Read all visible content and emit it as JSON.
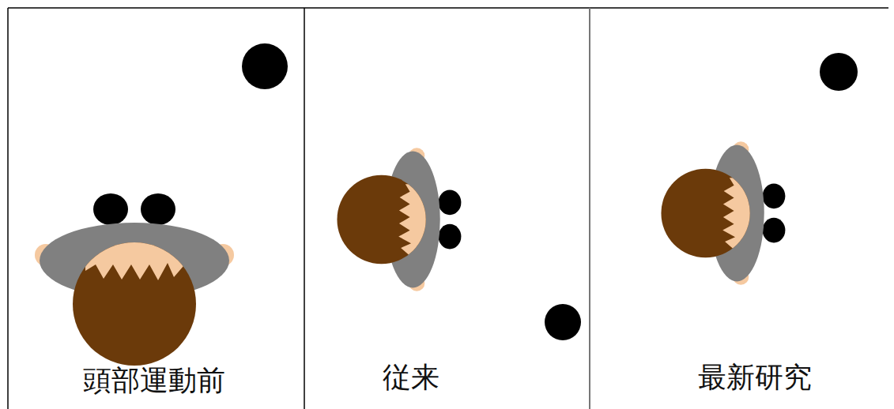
{
  "diagram": {
    "labels": [
      "頭部運動前",
      "従来",
      "最新研究"
    ]
  }
}
